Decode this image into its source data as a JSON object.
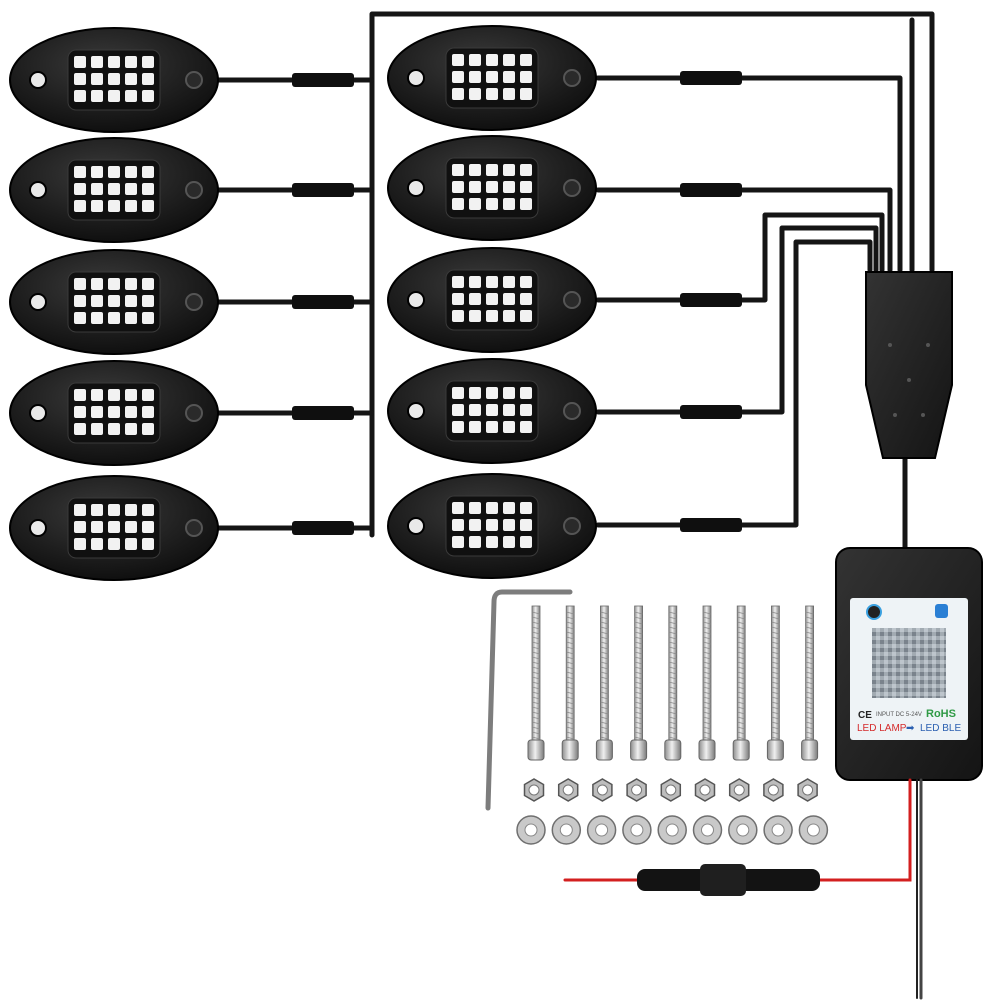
{
  "product": {
    "kit": "LED rock light kit",
    "pods_left_column": 5,
    "pods_right_column": 5,
    "screws": 9,
    "nuts": 9,
    "washers": 9
  },
  "controller_label": {
    "input_text": "INPUT DC 5-24V",
    "rohs_text": "RoHS",
    "ce_text": "CE",
    "led_lamp_text": "LED LAMP",
    "arrow_text": "➡",
    "led_ble_text": "LED BLE"
  },
  "colors": {
    "housing": "#1c1c1c",
    "cable": "#151515",
    "led_chip": "#f2f2f2",
    "label_bg": "#eef3f6",
    "rohs_green": "#2f9a45",
    "led_red": "#d42a2a",
    "led_blue": "#2a5fb0",
    "red_wire": "#d31f1f",
    "steel": "#c9c9c9"
  }
}
